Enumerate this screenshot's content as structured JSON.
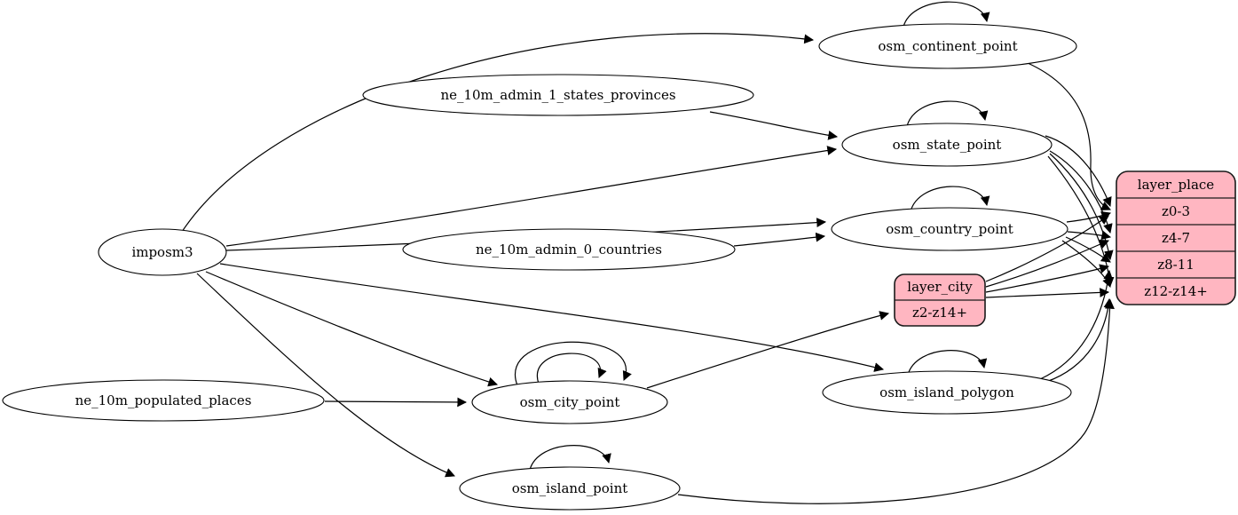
{
  "diagram": {
    "kind": "etl-dependency-graph",
    "colors": {
      "record_fill": "#ffb6c1",
      "node_fill": "#ffffff",
      "edge_color": "#000000"
    },
    "nodes": {
      "imposm3": {
        "label": "imposm3"
      },
      "ne_10m_admin_1_states_provinces": {
        "label": "ne_10m_admin_1_states_provinces"
      },
      "ne_10m_admin_0_countries": {
        "label": "ne_10m_admin_0_countries"
      },
      "ne_10m_populated_places": {
        "label": "ne_10m_populated_places"
      },
      "osm_continent_point": {
        "label": "osm_continent_point"
      },
      "osm_state_point": {
        "label": "osm_state_point"
      },
      "osm_country_point": {
        "label": "osm_country_point"
      },
      "osm_city_point": {
        "label": "osm_city_point"
      },
      "osm_island_polygon": {
        "label": "osm_island_polygon"
      },
      "osm_island_point": {
        "label": "osm_island_point"
      }
    },
    "records": {
      "layer_city": {
        "title": "layer_city",
        "rows": [
          "z2-z14+"
        ]
      },
      "layer_place": {
        "title": "layer_place",
        "rows": [
          "z0-3",
          "z4-7",
          "z8-11",
          "z12-z14+"
        ]
      }
    },
    "edges": [
      {
        "from": "imposm3",
        "to": "osm_continent_point"
      },
      {
        "from": "imposm3",
        "to": "osm_state_point"
      },
      {
        "from": "imposm3",
        "to": "osm_country_point"
      },
      {
        "from": "imposm3",
        "to": "osm_city_point"
      },
      {
        "from": "imposm3",
        "to": "osm_island_polygon"
      },
      {
        "from": "imposm3",
        "to": "osm_island_point"
      },
      {
        "from": "ne_10m_admin_1_states_provinces",
        "to": "osm_state_point"
      },
      {
        "from": "ne_10m_admin_0_countries",
        "to": "osm_country_point"
      },
      {
        "from": "ne_10m_populated_places",
        "to": "osm_city_point"
      },
      {
        "from": "osm_continent_point",
        "to": "osm_continent_point"
      },
      {
        "from": "osm_state_point",
        "to": "osm_state_point"
      },
      {
        "from": "osm_country_point",
        "to": "osm_country_point"
      },
      {
        "from": "osm_city_point",
        "to": "osm_city_point"
      },
      {
        "from": "osm_city_point",
        "to": "osm_city_point"
      },
      {
        "from": "osm_island_polygon",
        "to": "osm_island_polygon"
      },
      {
        "from": "osm_island_point",
        "to": "osm_island_point"
      },
      {
        "from": "osm_city_point",
        "to": "layer_city:z2-z14+"
      },
      {
        "from": "osm_continent_point",
        "to": "layer_place:z0-3"
      },
      {
        "from": "osm_state_point",
        "to": "layer_place:z0-3"
      },
      {
        "from": "osm_state_point",
        "to": "layer_place:z4-7"
      },
      {
        "from": "osm_state_point",
        "to": "layer_place:z8-11"
      },
      {
        "from": "osm_state_point",
        "to": "layer_place:z12-z14+"
      },
      {
        "from": "osm_country_point",
        "to": "layer_place:z0-3"
      },
      {
        "from": "osm_country_point",
        "to": "layer_place:z4-7"
      },
      {
        "from": "osm_country_point",
        "to": "layer_place:z8-11"
      },
      {
        "from": "osm_country_point",
        "to": "layer_place:z12-z14+"
      },
      {
        "from": "layer_city",
        "to": "layer_place:z0-3"
      },
      {
        "from": "layer_city",
        "to": "layer_place:z4-7"
      },
      {
        "from": "layer_city",
        "to": "layer_place:z8-11"
      },
      {
        "from": "layer_city",
        "to": "layer_place:z12-z14+"
      },
      {
        "from": "osm_island_polygon",
        "to": "layer_place:z8-11"
      },
      {
        "from": "osm_island_polygon",
        "to": "layer_place:z12-z14+"
      },
      {
        "from": "osm_island_point",
        "to": "layer_place:z12-z14+"
      }
    ]
  }
}
